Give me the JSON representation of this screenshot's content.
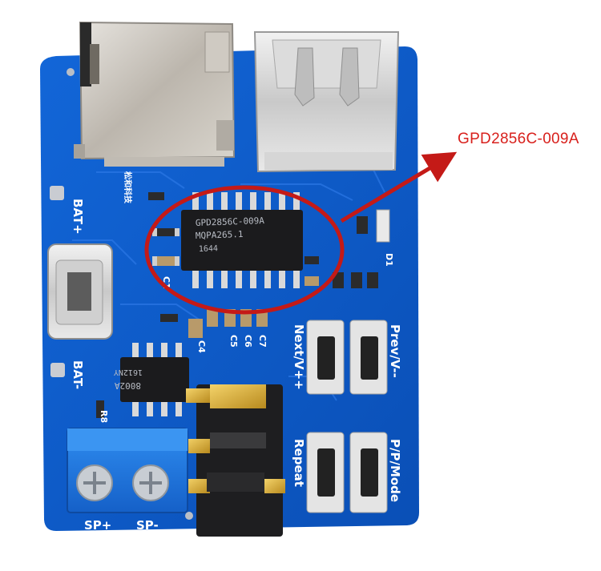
{
  "annotation": {
    "label": "GPD2856C-009A",
    "color": "#d8201c"
  },
  "board": {
    "pcb_color": "#0d57c4",
    "silkscreen": {
      "bat_plus": "BAT+",
      "bat_minus": "BAT-",
      "next": "Next/V++",
      "prev": "Prev/V--",
      "repeat": "Repeat",
      "mode": "P/P/Mode",
      "sp_plus": "SP+",
      "sp_minus": "SP-",
      "r8": "R8",
      "c1": "C1",
      "c4": "C4",
      "c5": "C5",
      "c6": "C6",
      "c7": "C7",
      "d1": "D1",
      "brand": "松和科技"
    },
    "main_chip": {
      "line1": "GPD2856C-009A",
      "line2": "MQPA265.1",
      "line3": "1644"
    },
    "amp_chip": {
      "line1": "8002A",
      "line2": "1612NY"
    }
  }
}
